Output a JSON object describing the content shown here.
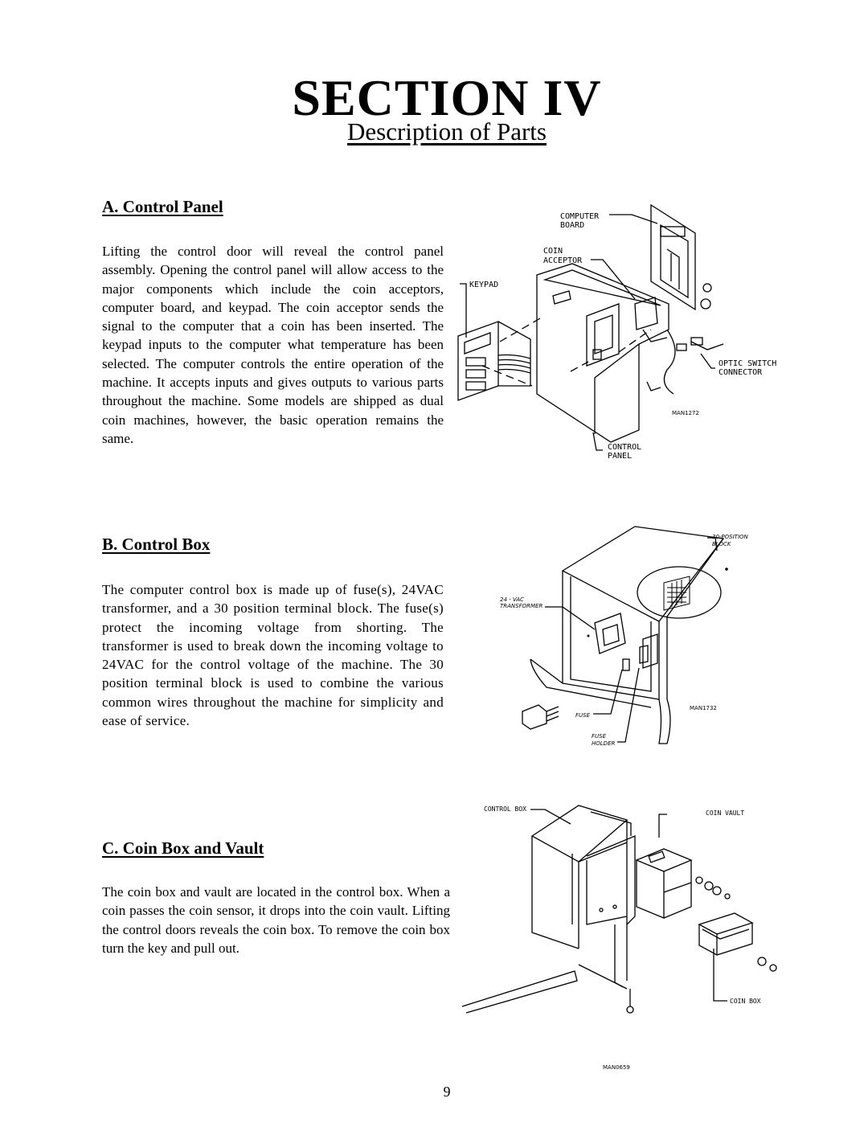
{
  "header": {
    "title": "SECTION IV",
    "subtitle": "Description of Parts"
  },
  "sections": [
    {
      "heading": "A. Control Panel",
      "body": "Lifting the control door will reveal the control panel assembly. Opening the control panel will allow access to the major components which include the coin acceptors, computer board, and keypad. The coin acceptor sends the signal to the computer that a coin has been inserted. The keypad inputs to the computer what temperature has been selected. The computer controls the entire operation of the machine. It accepts inputs and gives outputs to various parts throughout the machine. Some models are shipped as dual coin machines, however, the basic operation remains the same."
    },
    {
      "heading": "B. Control Box",
      "body": "The computer control box is made up of fuse(s), 24VAC transformer, and a 30 position terminal block. The fuse(s) protect the incoming voltage from shorting. The transformer is used to break down the incoming voltage to 24VAC for the control voltage of the machine. The 30 position terminal block is used to combine the various common wires throughout the machine for simplicity and ease of service."
    },
    {
      "heading": "C. Coin Box and Vault",
      "body": "The coin box and vault are located in the control box. When a coin passes the coin sensor, it drops into the coin vault. Lifting the control doors reveals the coin box. To remove the coin box turn the key and pull out."
    }
  ],
  "figures": {
    "control_panel": {
      "labels": {
        "computer_board_1": "COMPUTER",
        "computer_board_2": "BOARD",
        "coin_acceptor_1": "COIN",
        "coin_acceptor_2": "ACCEPTOR",
        "keypad": "KEYPAD",
        "optic_switch_1": "OPTIC SWITCH",
        "optic_switch_2": "CONNECTOR",
        "control_panel_1": "CONTROL",
        "control_panel_2": "PANEL"
      },
      "code": "MAN1272"
    },
    "control_box": {
      "labels": {
        "block_1": "30-POSITION",
        "block_2": "BLOCK",
        "transformer_1": "24 - VAC",
        "transformer_2": "TRANSFORMER",
        "fuse": "FUSE",
        "fuse_holder_1": "FUSE",
        "fuse_holder_2": "HOLDER"
      },
      "code": "MAN1732"
    },
    "coin_box": {
      "labels": {
        "control_box": "CONTROL BOX",
        "coin_vault": "COIN VAULT",
        "coin_box": "COIN BOX"
      },
      "code": "MAN0659"
    }
  },
  "footer": {
    "page_number": "9"
  }
}
